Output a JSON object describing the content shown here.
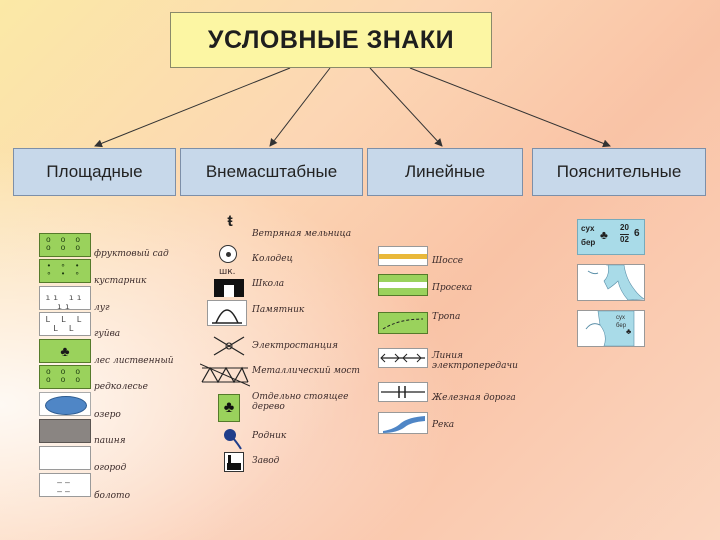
{
  "title": "УСЛОВНЫЕ ЗНАКИ",
  "categories": [
    "Площадные",
    "Внемасштабные",
    "Линейные",
    "Пояснительные"
  ],
  "area_signs": [
    "фруктовый сад",
    "кустарник",
    "луг",
    "гуйва",
    "лес лиственный",
    "редколесье",
    "озеро",
    "пашня",
    "огород",
    "болото"
  ],
  "offscale_signs": [
    "Ветряная мельница",
    "Колодец",
    "Школа",
    "Памятник",
    "Электростанция",
    "Металлический мост",
    "Отдельно стоящее дерево",
    "Родник",
    "Завод"
  ],
  "offscale_school_caption": "шк.",
  "linear_signs": [
    "Шоссе",
    "Просека",
    "Тропа",
    "Линия электропередачи",
    "Железная дорога",
    "Река"
  ],
  "explanatory_sample": {
    "text1": "сух",
    "text2": "бер",
    "num1": "20",
    "num2": "02",
    "num3": "6",
    "mini1": "сух",
    "mini2": "бер"
  },
  "colors": {
    "title_bg": "#fcf6a3",
    "category_bg": "#c7d8ea",
    "green_fill": "#9ad25c",
    "water": "#4f86c6"
  }
}
